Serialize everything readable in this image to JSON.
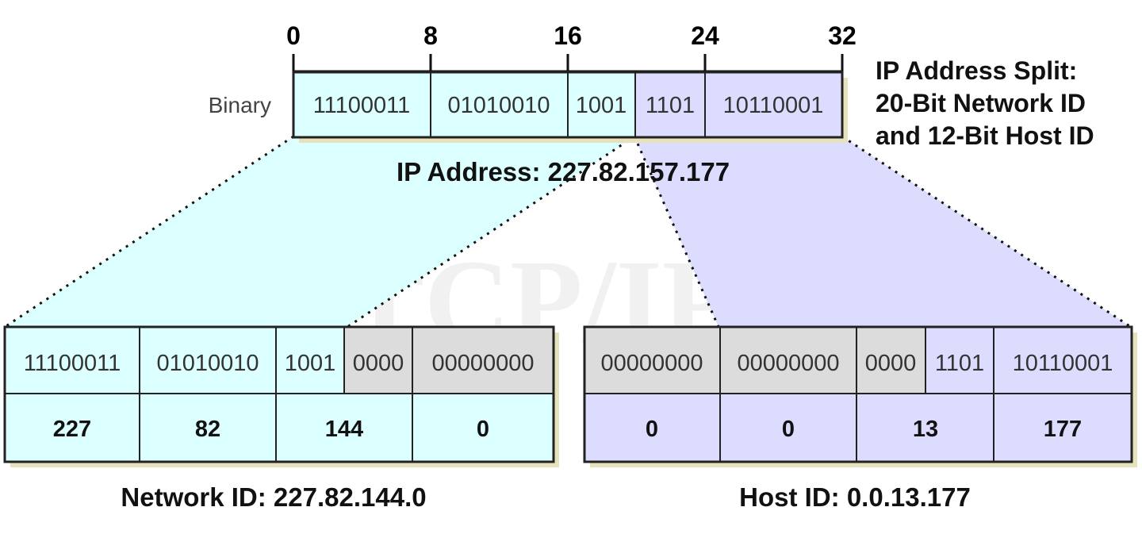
{
  "watermark": "The TCP/IP Guide",
  "colors": {
    "network": "#dcffff",
    "host": "#dcdcff",
    "zero": "#dcdcdc",
    "border": "#222222",
    "shadow": "#e6e2bc"
  },
  "bit_ticks": [
    "0",
    "8",
    "16",
    "24",
    "32"
  ],
  "address": {
    "row_label": "Binary",
    "segments": [
      "11100011",
      "01010010",
      "1001",
      "1101",
      "10110001"
    ],
    "caption": "IP Address: 227.82.157.177"
  },
  "split_note": {
    "line1": "IP Address Split:",
    "line2": "20-Bit Network ID",
    "line3": "and 12-Bit Host ID"
  },
  "network": {
    "bits": [
      "11100011",
      "01010010",
      "1001",
      "0000",
      "00000000"
    ],
    "decimals": [
      "227",
      "82",
      "144",
      "0"
    ],
    "caption": "Network ID: 227.82.144.0"
  },
  "host": {
    "bits": [
      "00000000",
      "00000000",
      "0000",
      "1101",
      "10110001"
    ],
    "decimals": [
      "0",
      "0",
      "13",
      "177"
    ],
    "caption": "Host ID: 0.0.13.177"
  }
}
